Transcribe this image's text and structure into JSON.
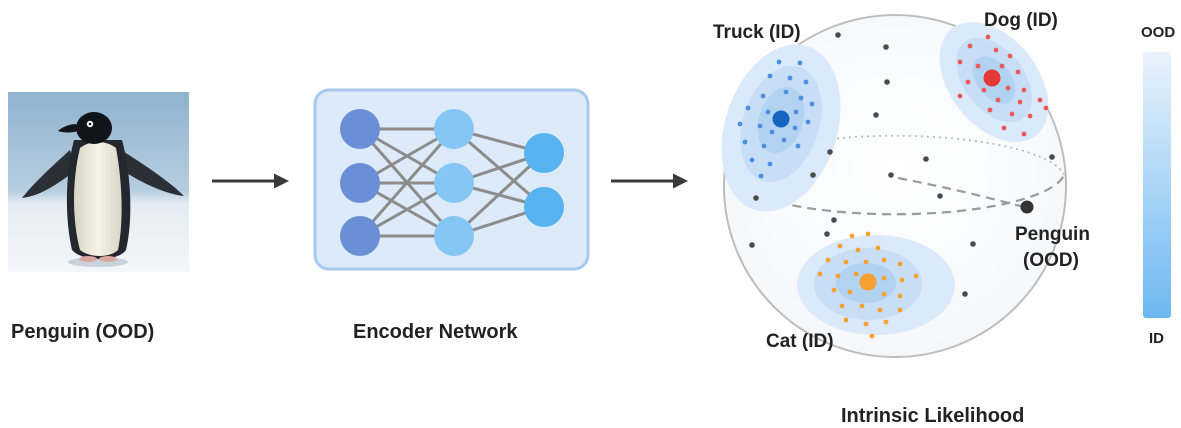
{
  "input": {
    "caption": "Penguin (OOD)"
  },
  "encoder": {
    "caption": "Encoder Network"
  },
  "sphere": {
    "caption": "Intrinsic Likelihood",
    "clusters": {
      "truck": "Truck (ID)",
      "dog": "Dog (ID)",
      "cat": "Cat (ID)"
    },
    "ood_point": {
      "line1": "Penguin",
      "line2": "(OOD)"
    },
    "colors": {
      "truck": "#1565c0",
      "dog": "#e53935",
      "cat": "#f5a031",
      "ood": "#333333"
    }
  },
  "colorbar": {
    "top_label": "OOD",
    "bottom_label": "ID",
    "top_color": "#eaf3fb",
    "bottom_color": "#6cb8f2"
  }
}
